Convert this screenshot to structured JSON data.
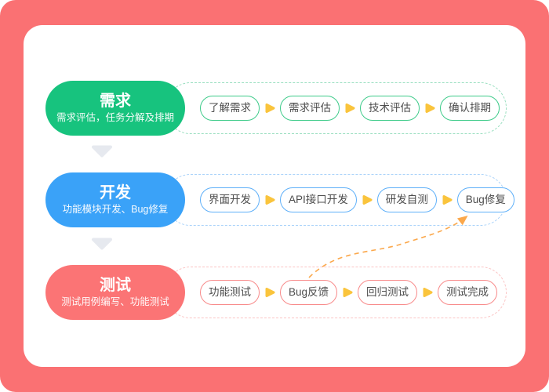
{
  "diagram": {
    "background_color": "#fa7173",
    "card_color": "#ffffff",
    "step_arrow_color": "#fac43c",
    "feedback_arrow_color": "#fba84c",
    "down_chevron_color": "#e6e9ef",
    "rows": [
      {
        "id": "requirements",
        "title": "需求",
        "subtitle": "需求评估，任务分解及排期",
        "pill_fill": "#17c37e",
        "step_border": "#3ecb8a",
        "dash_color": "#9adfc0",
        "steps": [
          "了解需求",
          "需求评估",
          "技术评估",
          "确认排期"
        ]
      },
      {
        "id": "development",
        "title": "开发",
        "subtitle": "功能模块开发、Bug修复",
        "pill_fill": "#3aa2f8",
        "step_border": "#5fb0f9",
        "dash_color": "#abd3fa",
        "steps": [
          "界面开发",
          "API接口开发",
          "研发自测",
          "Bug修复"
        ]
      },
      {
        "id": "testing",
        "title": "测试",
        "subtitle": "测试用例编写、功能测试",
        "pill_fill": "#fb7475",
        "step_border": "#f88a8a",
        "dash_color": "#fbc4c4",
        "steps": [
          "功能测试",
          "Bug反馈",
          "回归测试",
          "测试完成"
        ]
      }
    ],
    "feedback_arrow": {
      "from": "Bug反馈",
      "to": "Bug修复"
    }
  }
}
